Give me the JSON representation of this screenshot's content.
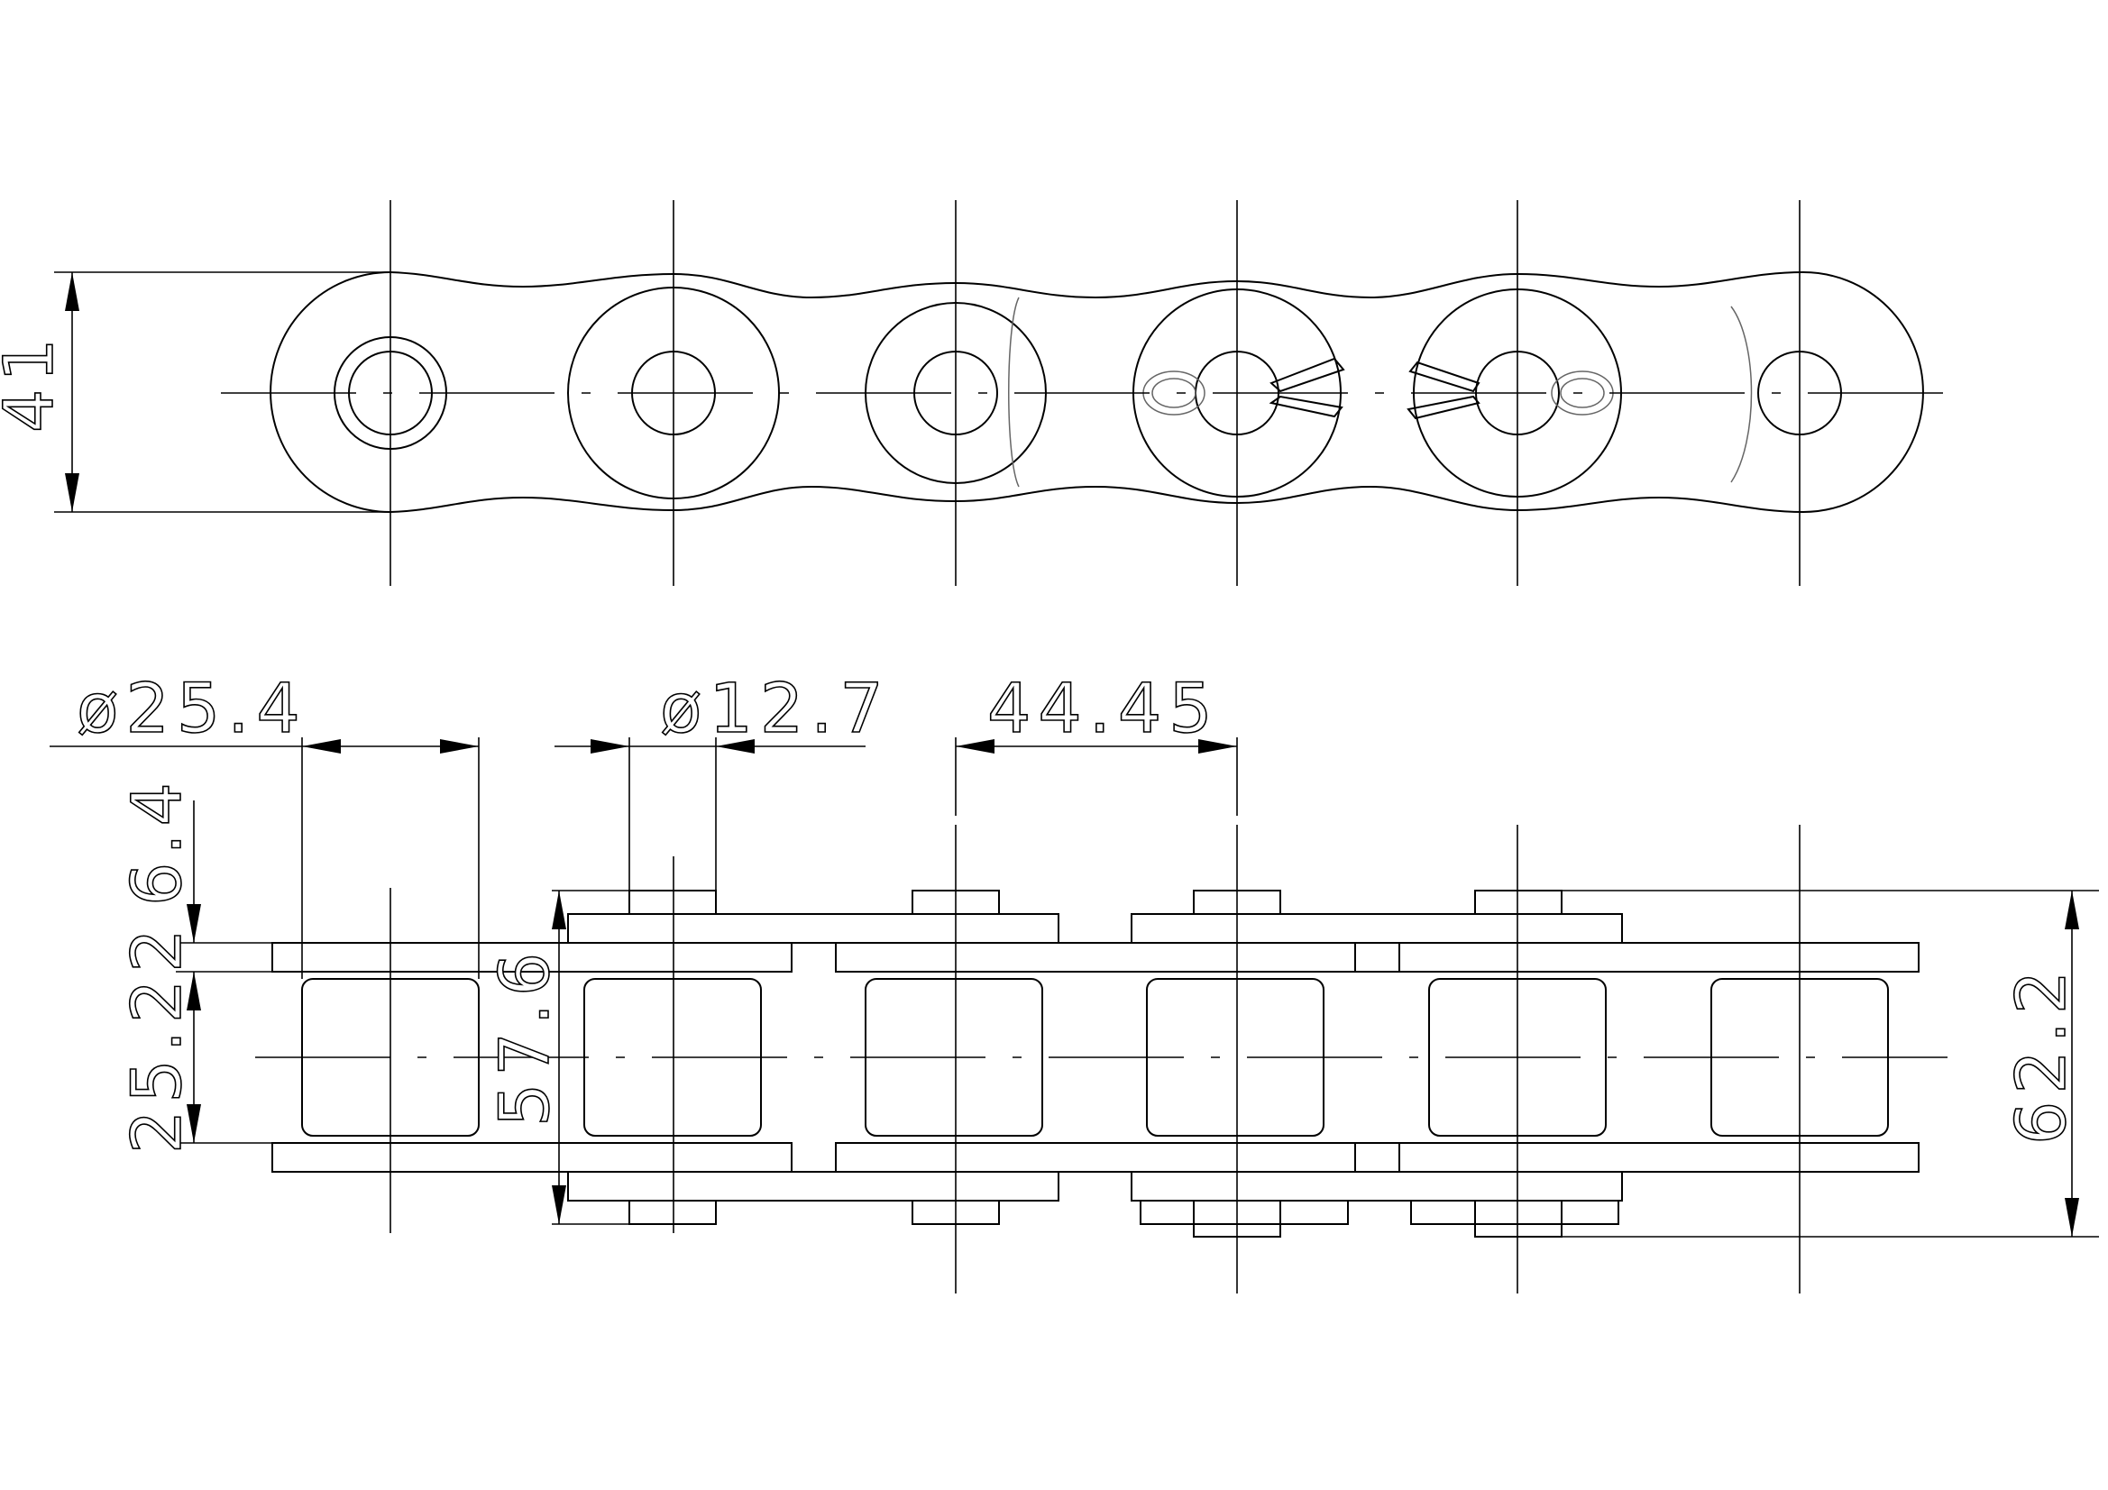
{
  "drawing": {
    "title": "",
    "dimensions": {
      "plate_height": "41",
      "roller_diameter": "ø25.4",
      "pin_diameter": "ø12.7",
      "pitch": "44.45",
      "plate_thickness": "6.4",
      "inner_width": "25.22",
      "pin_length": "57.6",
      "overall_length": "62.2"
    }
  }
}
